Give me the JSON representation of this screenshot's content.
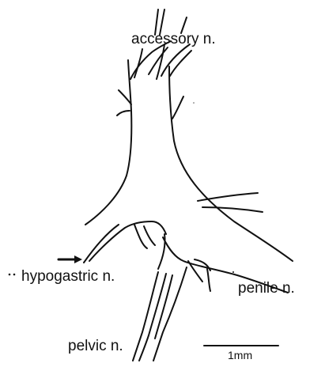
{
  "labels": {
    "accessory": "accessory n.",
    "hypogastric": "hypogastric n.",
    "penile": "penile n.",
    "pelvic": "pelvic n."
  },
  "scale_bar": {
    "label": "1mm"
  },
  "colors": {
    "ink": "#111111",
    "background": "#ffffff"
  },
  "icons": {
    "arrow": "right-arrow-icon"
  }
}
